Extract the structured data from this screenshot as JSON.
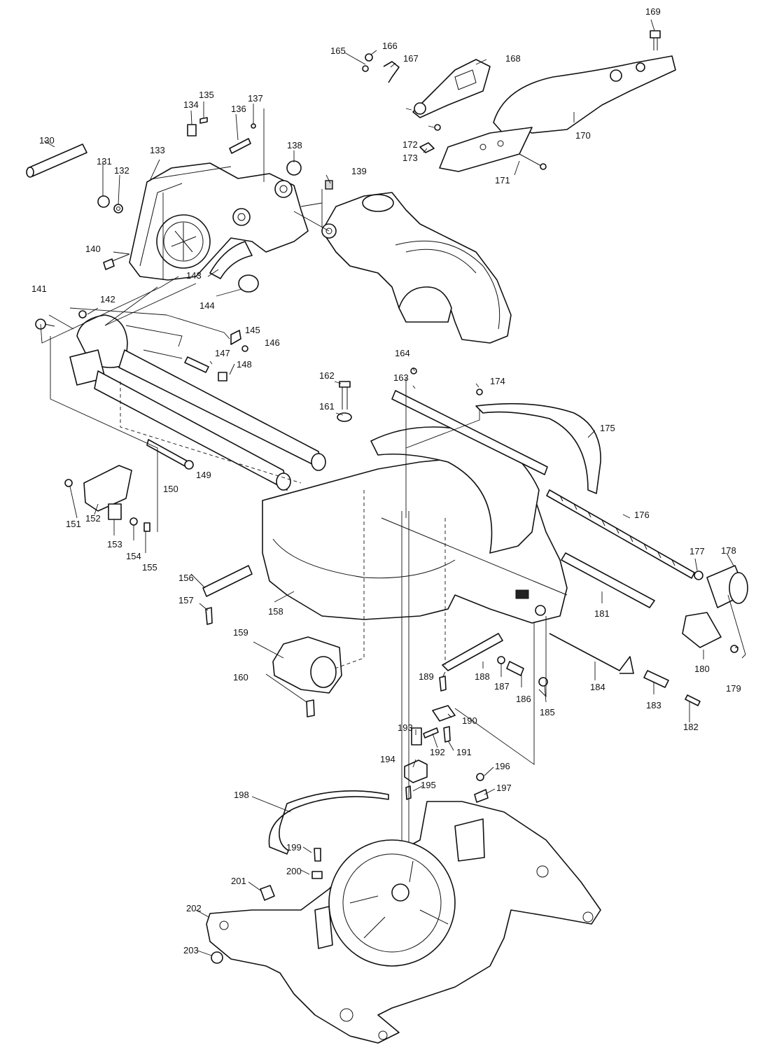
{
  "labels": [
    "130",
    "131",
    "132",
    "133",
    "134",
    "135",
    "136",
    "137",
    "138",
    "139",
    "140",
    "141",
    "142",
    "143",
    "144",
    "145",
    "146",
    "147",
    "148",
    "149",
    "150",
    "151",
    "152",
    "153",
    "154",
    "155",
    "156",
    "157",
    "158",
    "159",
    "160",
    "161",
    "162",
    "163",
    "164",
    "165",
    "166",
    "167",
    "168",
    "169",
    "170",
    "171",
    "172",
    "173",
    "174",
    "175",
    "176",
    "177",
    "178",
    "179",
    "180",
    "181",
    "182",
    "183",
    "184",
    "185",
    "186",
    "187",
    "188",
    "189",
    "190",
    "191",
    "192",
    "193",
    "194",
    "195",
    "196",
    "197",
    "198",
    "199",
    "200",
    "201",
    "202",
    "203"
  ]
}
